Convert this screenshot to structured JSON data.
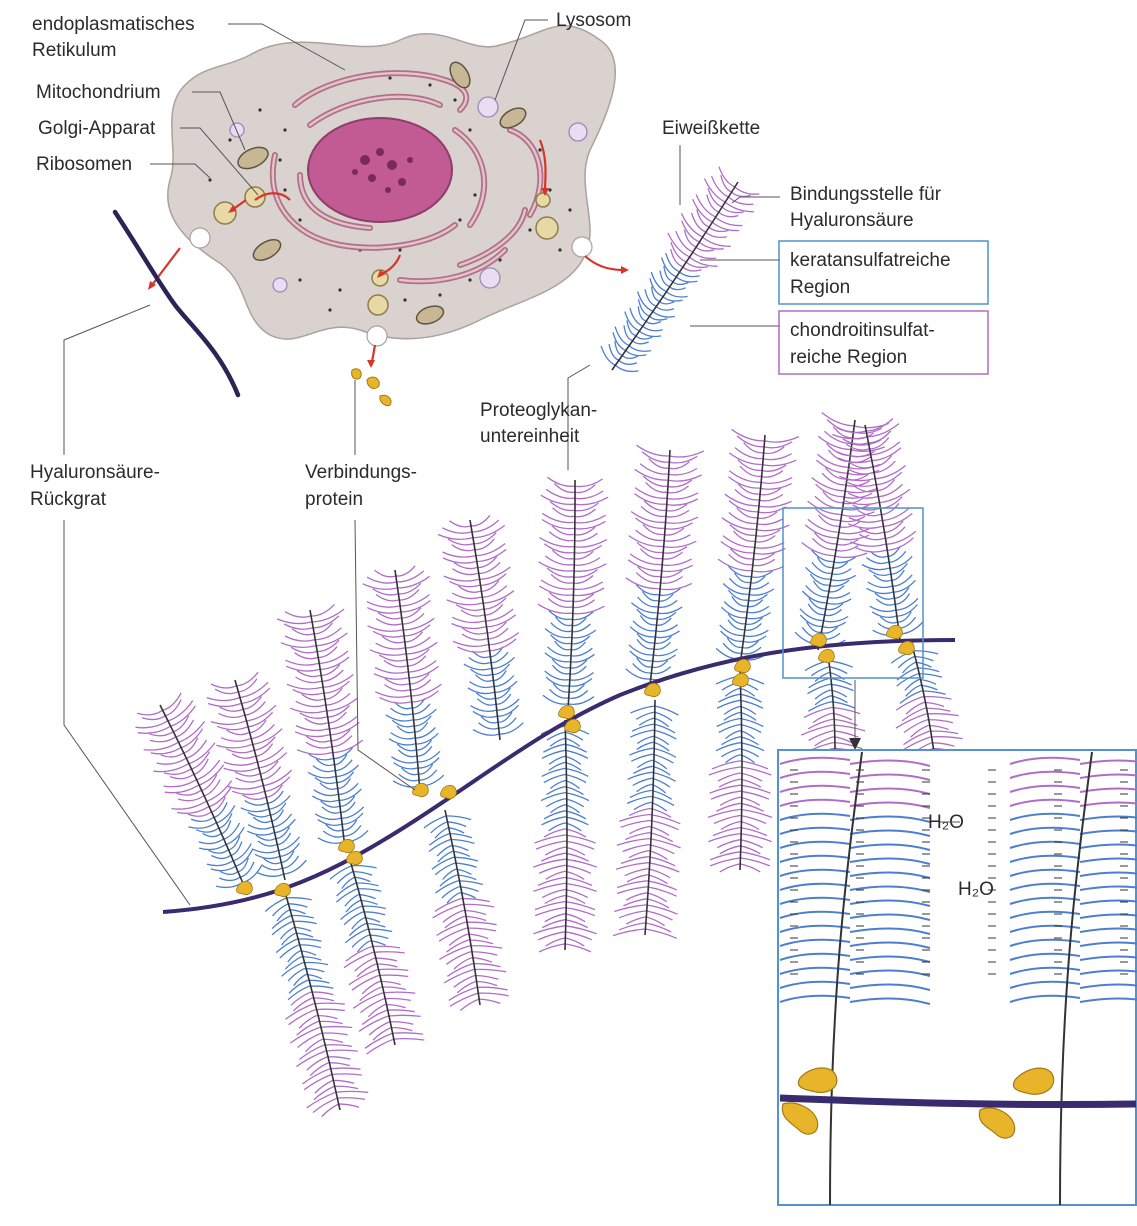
{
  "labels": {
    "er_line1": "endoplasmatisches",
    "er_line2": "Retikulum",
    "mitochondrium": "Mitochondrium",
    "golgi": "Golgi-Apparat",
    "ribosomen": "Ribosomen",
    "lysosom": "Lysosom",
    "eiweisskette": "Eiweißkette",
    "bindung_line1": "Bindungsstelle für",
    "bindung_line2": "Hyaluronsäure",
    "keratan_line1": "keratansulfatreiche",
    "keratan_line2": "Region",
    "chondroitin_line1": "chondroitinsulfat-",
    "chondroitin_line2": "reiche Region",
    "proteoglykan_line1": "Proteoglykan-",
    "proteoglykan_line2": "untereinheit",
    "hyaluron_line1": "Hyaluronsäure-",
    "hyaluron_line2": "Rückgrat",
    "verbindung_line1": "Verbindungs-",
    "verbindung_line2": "protein",
    "water_1": "H₂O",
    "water_2": "H₂O"
  },
  "colors": {
    "cell_body": "#d9d2cf",
    "nucleus": "#c25a93",
    "er": "#c7899c",
    "chondroitin": "#b06dc8",
    "keratan": "#4d7fd0",
    "link_protein": "#e8b52a",
    "hyaluron_backbone": "#3a2a6e",
    "transport_arrow": "#d8352a",
    "zoom_frame": "#4f94cc"
  }
}
